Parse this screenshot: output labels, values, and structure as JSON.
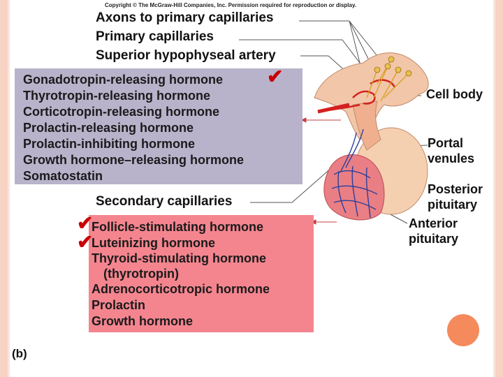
{
  "copyright": "Copyright © The McGraw-Hill Companies, Inc. Permission required for reproduction or display.",
  "labels": {
    "axons": "Axons to primary capillaries",
    "primary_capillaries": "Primary capillaries",
    "superior_artery": "Superior hypophyseal artery",
    "secondary_capillaries": "Secondary capillaries",
    "cell_body": "Cell body",
    "portal_venules_1": "Portal",
    "portal_venules_2": "venules",
    "posterior_1": "Posterior",
    "posterior_2": "pituitary",
    "anterior_1": "Anterior",
    "anterior_2": "pituitary",
    "figure": "(b)"
  },
  "hypothalamic_hormones": [
    "Gonadotropin-releasing hormone",
    "Thyrotropin-releasing hormone",
    "Corticotropin-releasing hormone",
    "Prolactin-releasing hormone",
    "Prolactin-inhibiting hormone",
    "Growth hormone–releasing hormone",
    "Somatostatin"
  ],
  "anterior_pituitary_hormones": [
    "Follicle-stimulating hormone",
    "Luteinizing hormone",
    "Thyroid-stimulating hormone",
    "(thyrotropin)",
    "Adrenocorticotropic hormone",
    "Prolactin",
    "Growth hormone"
  ],
  "checkmark": "✔",
  "colors": {
    "purple_box": "#b8b3cb",
    "pink_box": "#f4858f",
    "check": "#c90000",
    "accent_circle": "#f58a5c",
    "tissue": "#f2c6a8",
    "vessel_red": "#d42020",
    "vessel_blue": "#2c3e9c"
  }
}
